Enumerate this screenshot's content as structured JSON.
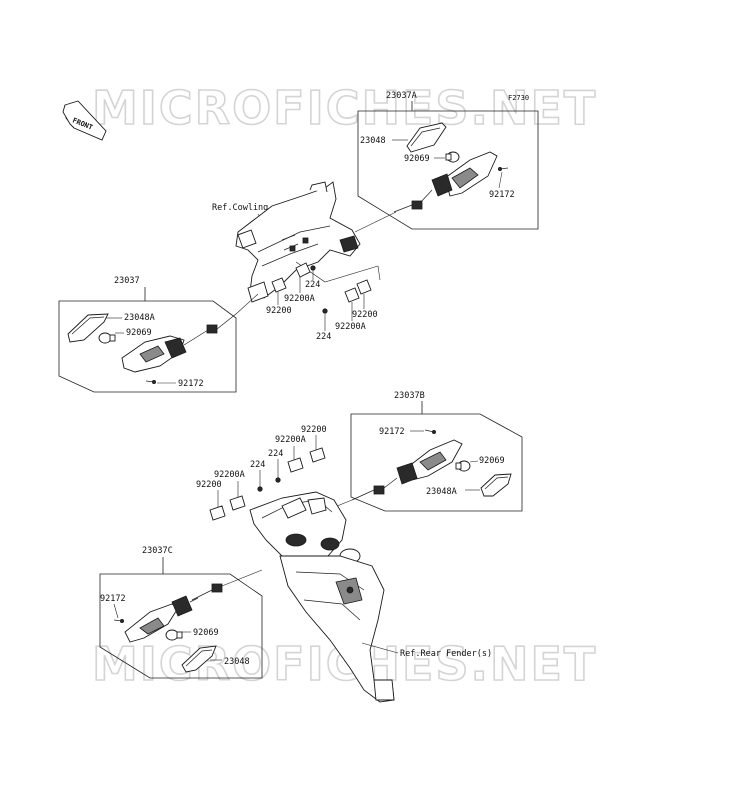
{
  "watermark": {
    "top": "MICROFICHES.NET",
    "bottom": "MICROFICHES.NET"
  },
  "figure_code": "F2730",
  "front_label": "FRONT",
  "references": {
    "cowling": "Ref.Cowling",
    "rear_fender": "Ref.Rear Fender(s)"
  },
  "groups": {
    "front_right": {
      "assembly": "23037A",
      "lens": "23048",
      "bulb": "92069",
      "screw": "92172"
    },
    "front_left": {
      "assembly": "23037",
      "lens": "23048A",
      "bulb": "92069",
      "screw": "92172"
    },
    "rear_right": {
      "assembly": "23037B",
      "screw": "92172",
      "bulb": "92069",
      "lens": "23048A"
    },
    "rear_left": {
      "assembly": "23037C",
      "screw": "92172",
      "bulb": "92069",
      "lens": "23048"
    }
  },
  "front_bracket": {
    "damper_a_1": "92200A",
    "nut_1": "224",
    "damper_1": "92200",
    "damper_2": "92200",
    "damper_a_2": "92200A",
    "nut_2": "224"
  },
  "rear_bracket": {
    "damper_top": "92200",
    "damper_a_top": "92200A",
    "nut_top": "224",
    "nut_mid": "224",
    "damper_a_mid": "92200A",
    "damper_bottom": "92200"
  }
}
